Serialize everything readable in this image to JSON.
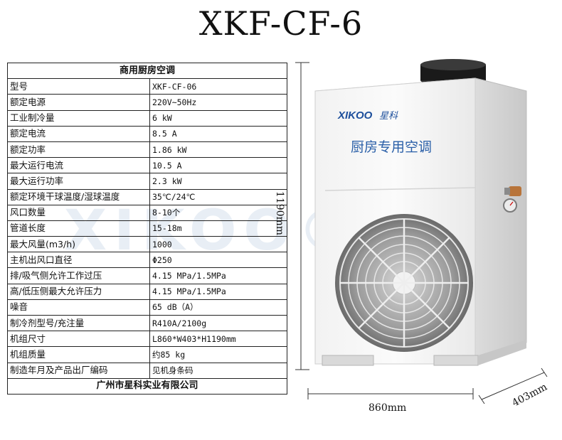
{
  "title": "XKF-CF-6",
  "watermark": "XIKOO® 星科",
  "table": {
    "header": "商用厨房空调",
    "rows": [
      {
        "label": "型号",
        "value": "XKF-CF-06"
      },
      {
        "label": "额定电源",
        "value": "220V~50Hz"
      },
      {
        "label": "工业制冷量",
        "value": "6 kW"
      },
      {
        "label": "额定电流",
        "value": "8.5 A"
      },
      {
        "label": "额定功率",
        "value": "1.86 kW"
      },
      {
        "label": "最大运行电流",
        "value": "10.5 A"
      },
      {
        "label": "最大运行功率",
        "value": "2.3 kW"
      },
      {
        "label": "额定环境干球温度/湿球温度",
        "value": "35℃/24℃"
      },
      {
        "label": "风口数量",
        "value": "8-10个"
      },
      {
        "label": "管道长度",
        "value": "15-18m"
      },
      {
        "label": "最大风量(m3/h)",
        "value": "1000"
      },
      {
        "label": "主机出风口直径",
        "value": "Φ250"
      },
      {
        "label": "排/吸气侧允许工作过压",
        "value": "4.15 MPa/1.5MPa"
      },
      {
        "label": "高/低压侧最大允许压力",
        "value": "4.15 MPa/1.5MPa"
      },
      {
        "label": "噪音",
        "value": "65 dB（A）"
      },
      {
        "label": "制冷剂型号/充注量",
        "value": "R410A/2100g"
      },
      {
        "label": "机组尺寸",
        "value": "L860*W403*H1190mm"
      },
      {
        "label": "机组质量",
        "value": "约85 kg"
      },
      {
        "label": "制造年月及产品出厂编码",
        "value": "见机身条码"
      }
    ],
    "footer": "广州市星科实业有限公司"
  },
  "unit": {
    "brand": "XIKOO",
    "brand_cn": "星科",
    "panel_text": "厨房专用空调"
  },
  "dimensions": {
    "height": "1190mm",
    "width": "860mm",
    "depth": "403mm"
  }
}
